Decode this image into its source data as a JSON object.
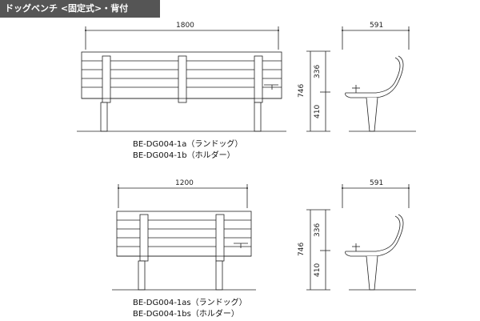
{
  "title": "ドッグベンチ <固定式>・背付",
  "large": {
    "width_label": "1800",
    "depth_label": "591",
    "height_label": "746",
    "back_label": "336",
    "seat_label": "410",
    "model_a": "BE-DG004-1a（ランドッグ）",
    "model_b": "BE-DG004-1b（ホルダー）"
  },
  "small": {
    "width_label": "1200",
    "depth_label": "591",
    "height_label": "746",
    "back_label": "336",
    "seat_label": "410",
    "model_a": "BE-DG004-1as（ランドッグ）",
    "model_b": "BE-DG004-1bs（ホルダー）"
  }
}
